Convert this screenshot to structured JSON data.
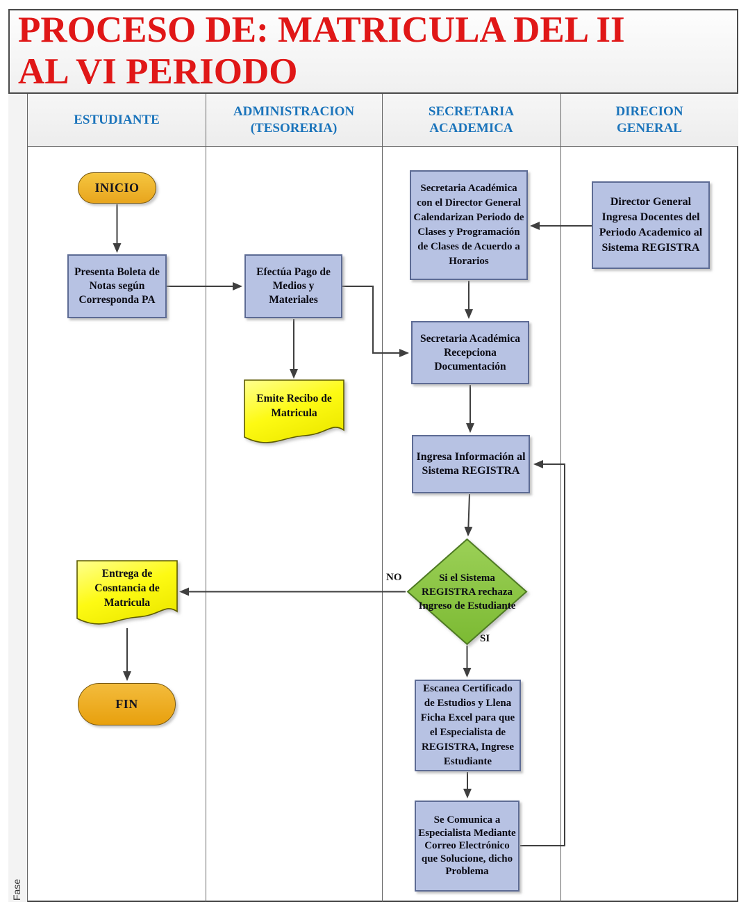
{
  "title": {
    "line1": "PROCESO DE: MATRICULA DEL II",
    "line2": "AL VI PERIODO",
    "full": "PROCESO DE: MATRICULA DEL II AL VI PERIODO"
  },
  "fase_label": "Fase",
  "lanes": [
    {
      "label": "ESTUDIANTE"
    },
    {
      "label": "ADMINISTRACION (TESORERIA)"
    },
    {
      "label": "SECRETARIA ACADEMICA"
    },
    {
      "label": "DIRECION GENERAL"
    }
  ],
  "nodes": {
    "inicio": "INICIO",
    "presenta_boleta": "Presenta Boleta de Notas según Corresponda PA",
    "efectua_pago": "Efectúa Pago de Medios y Materiales",
    "emite_recibo": "Emite Recibo de Matricula",
    "calendarizan": "Secretaria Académica con el Director General Calendarizan Periodo de Clases y Programación de Clases de Acuerdo a Horarios",
    "director_ingresa": "Director General Ingresa Docentes del Periodo Academico al Sistema REGISTRA",
    "recepciona": "Secretaria Académica Recepciona Documentación",
    "ingresa_informacion": "Ingresa Información al Sistema REGISTRA",
    "decision": "Si el Sistema REGISTRA rechaza Ingreso de Estudiante",
    "entrega_constancia": "Entrega de Cosntancia de Matricula",
    "fin": "FIN",
    "escanea": "Escanea Certificado de Estudios y Llena Ficha Excel para que el Especialista de REGISTRA, Ingrese Estudiante",
    "se_comunica": "Se Comunica a Especialista Mediante Correo Electrónico que Solucione, dicho Problema"
  },
  "edge_labels": {
    "no": "NO",
    "si": "SI"
  },
  "colors": {
    "title_red": "#E01717",
    "header_blue": "#1B74BB",
    "process_fill": "#B7C2E3",
    "process_border": "#5D6B94",
    "decision_fill": "#8CC63F",
    "decision_border": "#4E7A23",
    "document_fill": "#FBF800",
    "terminator_fill": "#EFAF26",
    "arrow": "#3F3F3F"
  }
}
